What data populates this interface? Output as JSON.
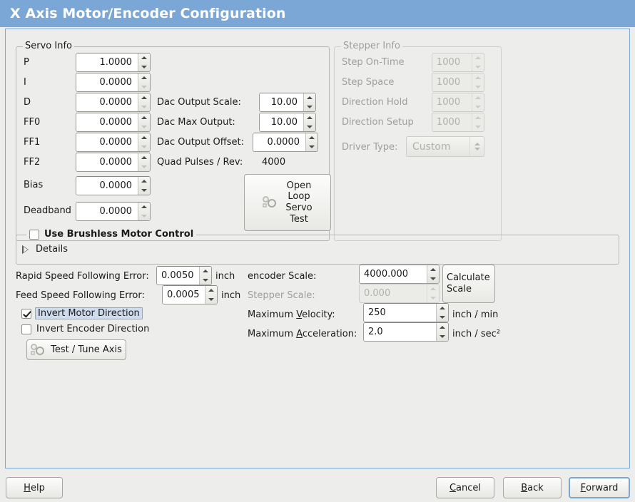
{
  "window": {
    "title": "X Axis Motor/Encoder Configuration",
    "title_bg": "#7ba7d7",
    "panel_border": "#7ba7d7",
    "background": "#ededeb"
  },
  "servo_info": {
    "legend": "Servo Info",
    "rows": [
      {
        "label": "P",
        "value": "1.0000",
        "up_enabled": true,
        "down_enabled": true
      },
      {
        "label": "I",
        "value": "0.0000",
        "up_enabled": true,
        "down_enabled": false
      },
      {
        "label": "D",
        "value": "0.0000",
        "up_enabled": true,
        "down_enabled": false
      },
      {
        "label": "FF0",
        "value": "0.0000",
        "up_enabled": true,
        "down_enabled": false
      },
      {
        "label": "FF1",
        "value": "0.0000",
        "up_enabled": true,
        "down_enabled": false
      },
      {
        "label": "FF2",
        "value": "0.0000",
        "up_enabled": true,
        "down_enabled": false
      },
      {
        "label": "Bias",
        "value": "0.0000",
        "up_enabled": true,
        "down_enabled": true
      },
      {
        "label": "Deadband",
        "value": "0.0000",
        "up_enabled": true,
        "down_enabled": false
      }
    ],
    "dac": {
      "output_scale_label": "Dac Output Scale:",
      "output_scale_value": "10.00",
      "max_output_label": "Dac Max Output:",
      "max_output_value": "10.00",
      "output_offset_label": "Dac Output Offset:",
      "output_offset_value": "0.0000",
      "quad_pulses_label": "Quad Pulses / Rev:",
      "quad_pulses_value": "4000"
    },
    "open_loop_button": "Open\nLoop\nServo\nTest",
    "open_loop_button_lines": [
      "Open",
      "Loop",
      "Servo",
      "Test"
    ]
  },
  "stepper_info": {
    "legend": "Stepper Info",
    "enabled": false,
    "rows": [
      {
        "label": "Step On-Time",
        "value": "1000"
      },
      {
        "label": "Step Space",
        "value": "1000"
      },
      {
        "label": "Direction Hold",
        "value": "1000"
      },
      {
        "label": "Direction Setup",
        "value": "1000"
      }
    ],
    "driver_type_label": "Driver Type:",
    "driver_type_value": "Custom"
  },
  "brushless": {
    "checkbox_label": "Use Brushless Motor Control",
    "checked": false,
    "details_label": "Details",
    "details_expanded": false
  },
  "following_error": {
    "rapid_label": "Rapid Speed Following Error:",
    "rapid_value": "0.0050",
    "rapid_unit": "inch",
    "feed_label": "Feed Speed Following Error:",
    "feed_value": "0.0005",
    "feed_unit": "inch"
  },
  "direction": {
    "invert_motor_label": "Invert Motor Direction",
    "invert_motor_checked": true,
    "invert_motor_focused": true,
    "invert_encoder_label": "Invert Encoder Direction",
    "invert_encoder_checked": false,
    "test_tune_button": "Test / Tune Axis"
  },
  "scales": {
    "encoder_scale_label": "encoder Scale:",
    "encoder_scale_value": "4000.000",
    "stepper_scale_label": "Stepper Scale:",
    "stepper_scale_value": "0.000",
    "stepper_scale_enabled": false,
    "calculate_button_lines": [
      "Calculate",
      "Scale"
    ],
    "max_velocity_label_pre": "Maximum ",
    "max_velocity_label_key": "V",
    "max_velocity_label_post": "elocity:",
    "max_velocity_value": "250",
    "max_velocity_unit": "inch / min",
    "max_accel_label_pre": "Maximum ",
    "max_accel_label_key": "A",
    "max_accel_label_post": "cceleration:",
    "max_accel_value": "2.0",
    "max_accel_unit": "inch / sec²"
  },
  "footer": {
    "help_key": "H",
    "help_rest": "elp",
    "cancel_key": "C",
    "cancel_rest": "ancel",
    "back_key": "B",
    "back_rest": "ack",
    "forward_key": "F",
    "forward_rest": "orward"
  }
}
